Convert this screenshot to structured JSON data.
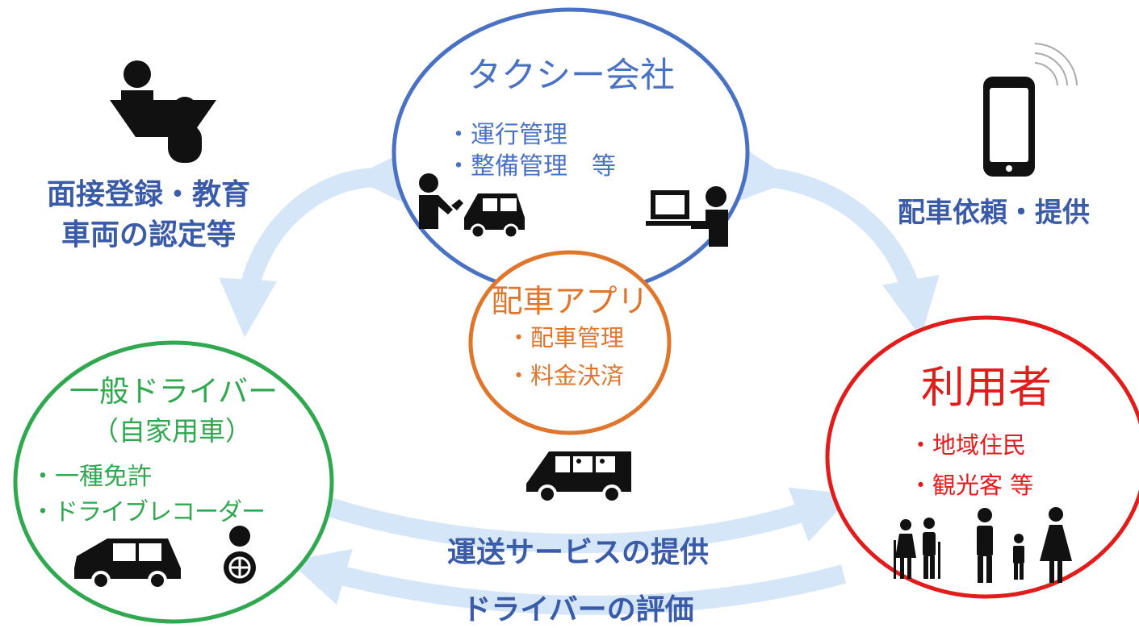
{
  "taxi_company": {
    "title": "タクシー会社",
    "items": [
      "・運行管理",
      "・整備管理　等"
    ]
  },
  "dispatch_app": {
    "title": "配車アプリ",
    "items": [
      "・配車管理",
      "・料金決済"
    ]
  },
  "driver": {
    "title": "一般ドライバー",
    "subtitle": "（自家用車）",
    "items": [
      "・一種免許",
      "・ドライブレコーダー"
    ]
  },
  "user": {
    "title": "利用者",
    "items": [
      "・地域住民",
      "・観光客 等"
    ]
  },
  "labels": {
    "left_top": "面接登録・教育",
    "left_bottom": "車両の認定等",
    "right": "配車依頼・提供",
    "transport": "運送サービスの提供",
    "evaluation": "ドライバーの評価"
  },
  "colors": {
    "taxi": "#4a72c4",
    "app": "#e0762c",
    "driver": "#2fa84f",
    "user": "#e21b1b",
    "arrow": "#d4e6f8",
    "label": "#3a5ba8"
  }
}
